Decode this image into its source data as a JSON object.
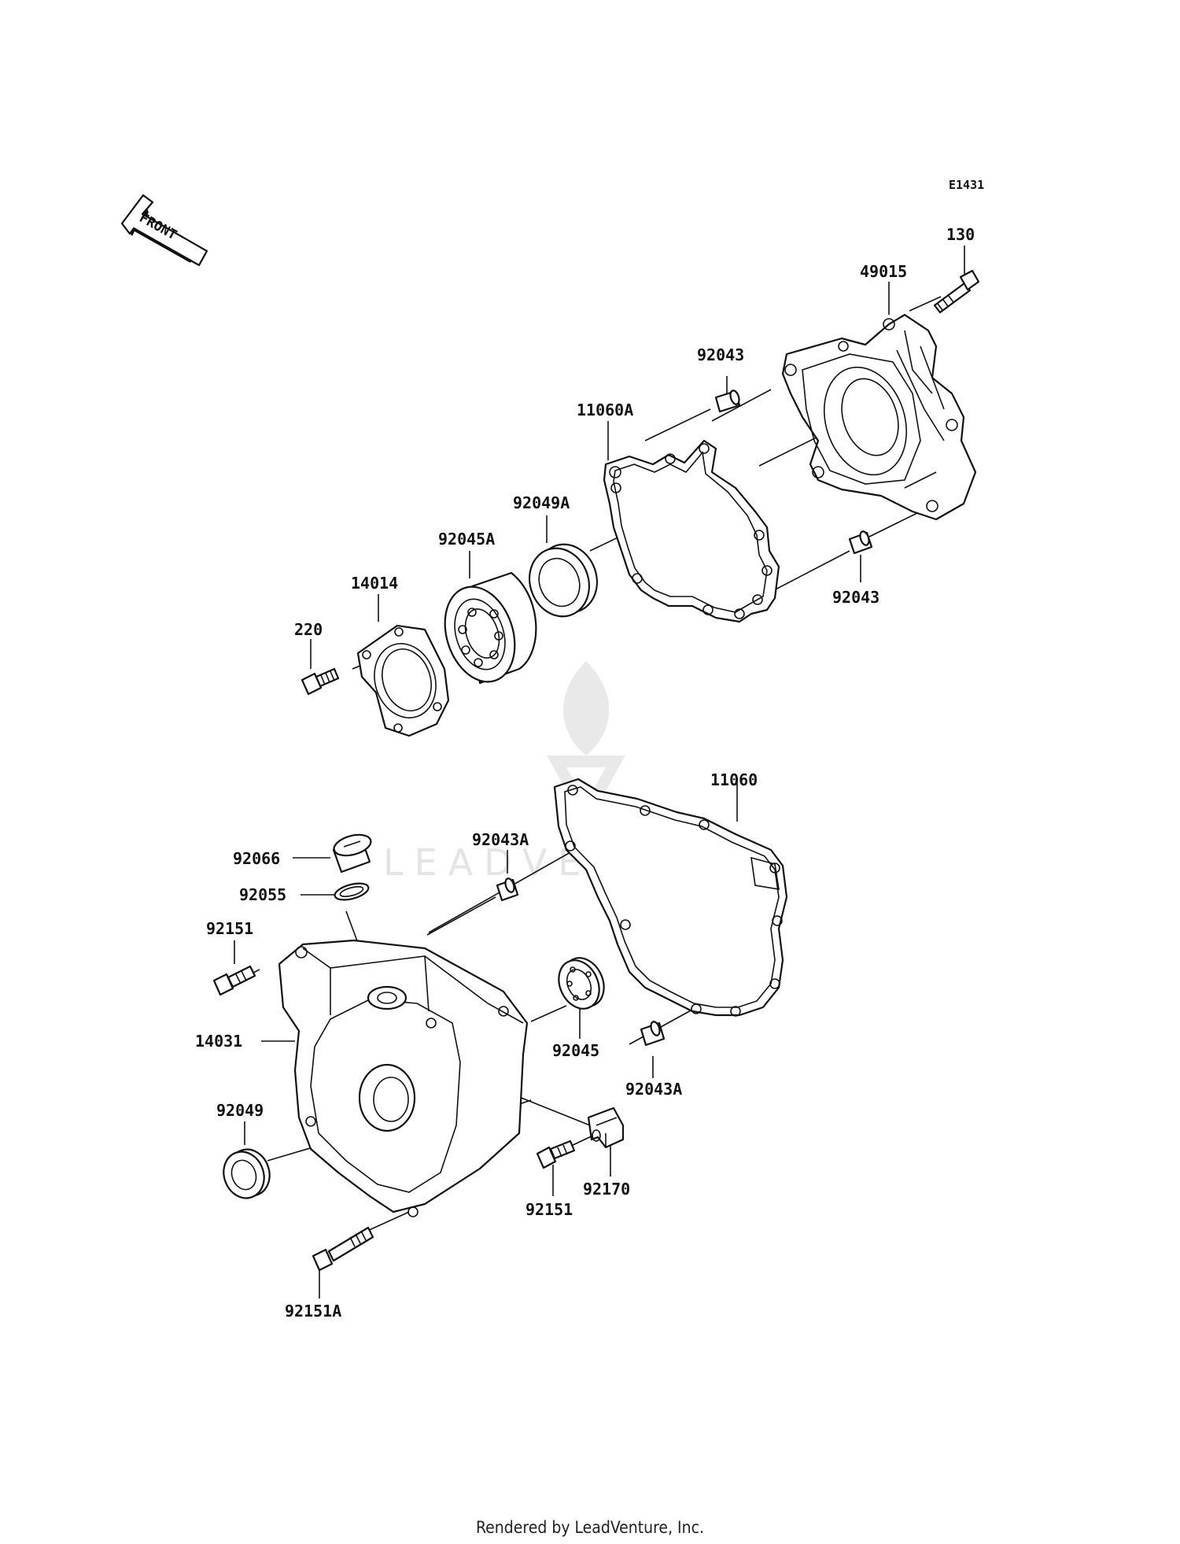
{
  "diagram_code": "E1431",
  "front_label": "FRONT",
  "watermark": "LEADVENTURE",
  "footer": "Rendered by LeadVenture, Inc.",
  "parts": {
    "p130": "130",
    "p49015": "49015",
    "p92043_top": "92043",
    "p11060A": "11060A",
    "p92049A": "92049A",
    "p92045A": "92045A",
    "p14014": "14014",
    "p220": "220",
    "p92043_right": "92043",
    "p11060": "11060",
    "p92043A_upper": "92043A",
    "p92066": "92066",
    "p92055": "92055",
    "p92151_left": "92151",
    "p14031": "14031",
    "p92045": "92045",
    "p92043A_lower": "92043A",
    "p92049": "92049",
    "p92170": "92170",
    "p92151_lower": "92151",
    "p92151A": "92151A"
  }
}
